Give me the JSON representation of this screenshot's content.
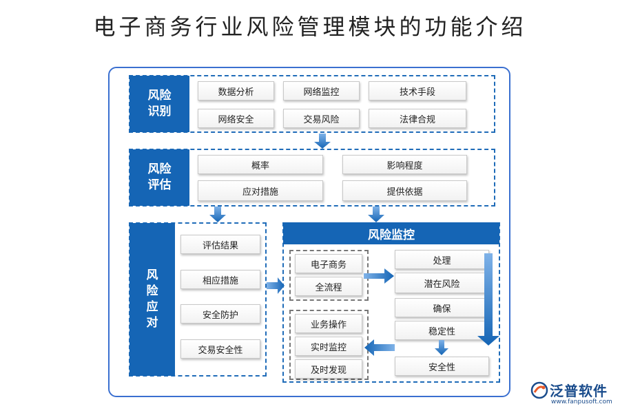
{
  "title": "电子商务行业风险管理模块的功能介绍",
  "sections": {
    "identify": {
      "label_line1": "风险",
      "label_line2": "识别",
      "items": [
        "数据分析",
        "网络监控",
        "技术手段",
        "网络安全",
        "交易风险",
        "法律合规"
      ]
    },
    "assess": {
      "label_line1": "风险",
      "label_line2": "评估",
      "items": [
        "概率",
        "影响程度",
        "应对措施",
        "提供依据"
      ]
    },
    "respond": {
      "label_chars": [
        "风",
        "险",
        "应",
        "对"
      ],
      "items": [
        "评估结果",
        "相应措施",
        "安全防护",
        "交易安全性"
      ]
    },
    "monitor": {
      "header": "风险监控",
      "group_a": [
        "电子商务",
        "全流程"
      ],
      "group_b": [
        "业务操作",
        "实时监控",
        "及时发现"
      ],
      "right": [
        "处理",
        "潜在风险",
        "确保",
        "稳定性",
        "安全性"
      ]
    }
  },
  "logo": {
    "name": "泛普软件",
    "url": "www.fanpusoft.com",
    "color": "#1a4c8c"
  },
  "colors": {
    "accent": "#1565b5",
    "frame": "#3a6fd0"
  }
}
